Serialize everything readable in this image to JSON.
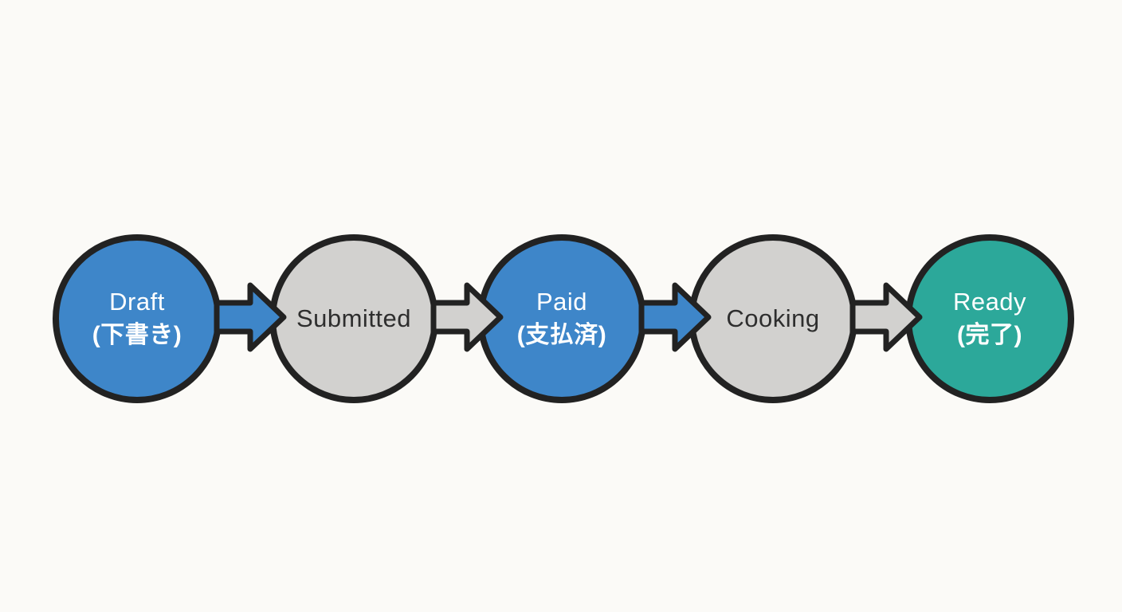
{
  "diagram": {
    "background": "#fbfaf7",
    "outline_color": "#222222",
    "nodes": [
      {
        "label": "Draft",
        "sublabel": "(下書き)",
        "fill": "#3e86c9",
        "text_color": "#ffffff"
      },
      {
        "label": "Submitted",
        "fill": "#d2d1cf",
        "text_color": "#2e2e2e"
      },
      {
        "label": "Paid",
        "sublabel": "(支払済)",
        "fill": "#3e86c9",
        "text_color": "#ffffff"
      },
      {
        "label": "Cooking",
        "fill": "#d2d1cf",
        "text_color": "#2e2e2e"
      },
      {
        "label": "Ready",
        "sublabel": "(完了)",
        "fill": "#2ca89a",
        "text_color": "#ffffff"
      }
    ],
    "arrows": [
      {
        "from": "Draft",
        "to": "Submitted",
        "fill": "#3e86c9"
      },
      {
        "from": "Submitted",
        "to": "Paid",
        "fill": "#d2d1cf"
      },
      {
        "from": "Paid",
        "to": "Cooking",
        "fill": "#3e86c9"
      },
      {
        "from": "Cooking",
        "to": "Ready",
        "fill": "#d2d1cf"
      }
    ]
  }
}
